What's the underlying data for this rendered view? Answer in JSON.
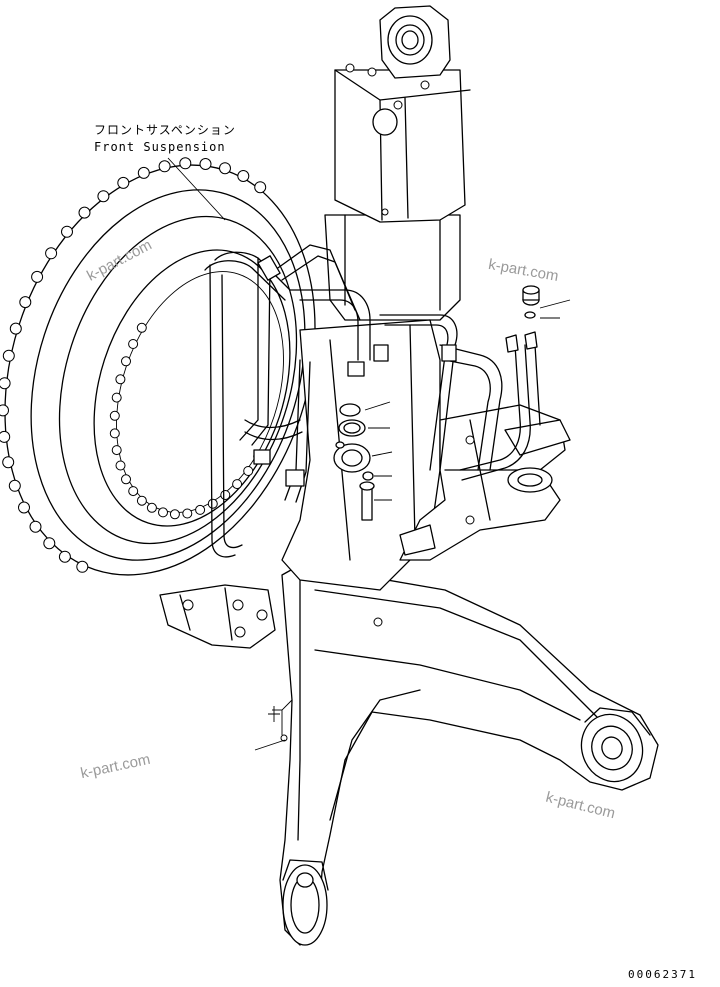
{
  "labels": {
    "front_suspension_jp": "フロントサスペンション",
    "front_suspension_en": "Front Suspension",
    "figure_number": "00062371"
  },
  "watermark": {
    "text": "k-part.com",
    "color": "#9a9a9a"
  },
  "colors": {
    "line": "#000000",
    "background": "#ffffff"
  }
}
